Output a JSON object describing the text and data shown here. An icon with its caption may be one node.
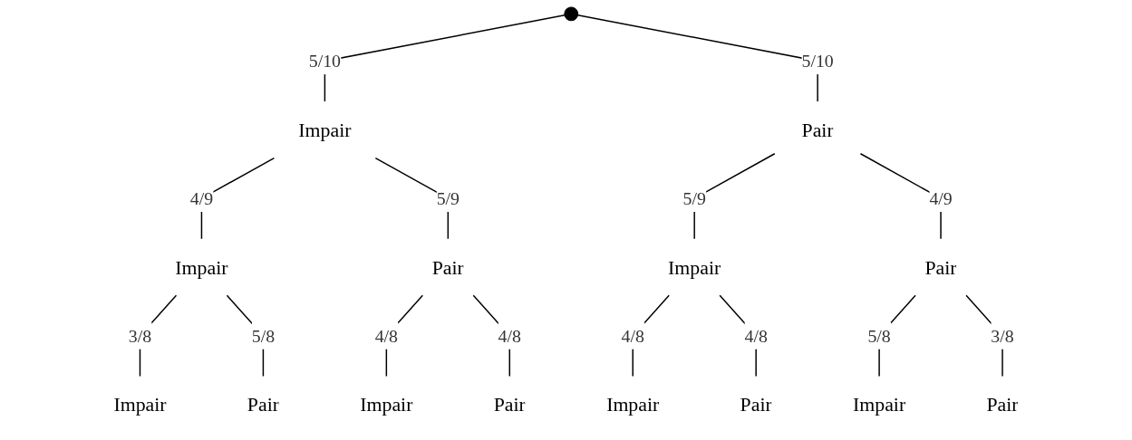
{
  "diagram": {
    "nodes": [
      {
        "text": [],
        "shape": "circle"
      },
      {
        "text": [
          "Impair"
        ]
      },
      {
        "text": [
          "Pair"
        ]
      },
      {
        "text": [
          "Impair"
        ]
      },
      {
        "text": [
          "Pair"
        ]
      },
      {
        "text": [
          "Impair"
        ]
      },
      {
        "text": [
          "Pair"
        ]
      },
      {
        "text": [
          "Impair"
        ]
      },
      {
        "text": [
          "Pair"
        ]
      },
      {
        "text": [
          "Impair"
        ]
      },
      {
        "text": [
          "Pair"
        ]
      },
      {
        "text": [
          "Impair"
        ]
      },
      {
        "text": [
          "Pair"
        ]
      },
      {
        "text": [
          "Impair"
        ]
      },
      {
        "text": [
          "Pair"
        ]
      }
    ],
    "edges": [
      {
        "from": 0,
        "to": 1,
        "arrow": "none",
        "label": "5/10"
      },
      {
        "from": 0,
        "to": 2,
        "arrow": "none",
        "label": "5/10"
      },
      {
        "from": 1,
        "to": 3,
        "arrow": "none",
        "label": "4/9"
      },
      {
        "from": 1,
        "to": 4,
        "arrow": "none",
        "label": "5/9"
      },
      {
        "from": 2,
        "to": 5,
        "arrow": "none",
        "label": "5/9"
      },
      {
        "from": 2,
        "to": 6,
        "arrow": "none",
        "label": "4/9"
      },
      {
        "from": 3,
        "to": 7,
        "arrow": "none",
        "label": "3/8"
      },
      {
        "from": 3,
        "to": 8,
        "arrow": "none",
        "label": "5/8"
      },
      {
        "from": 4,
        "to": 9,
        "arrow": "none",
        "label": "4/8"
      },
      {
        "from": 4,
        "to": 10,
        "arrow": "none",
        "label": "4/8"
      },
      {
        "from": 5,
        "to": 11,
        "arrow": "none",
        "label": "4/8"
      },
      {
        "from": 5,
        "to": 12,
        "arrow": "none",
        "label": "4/8"
      },
      {
        "from": 6,
        "to": 13,
        "arrow": "none",
        "label": "5/8"
      },
      {
        "from": 6,
        "to": 14,
        "arrow": "none",
        "label": "3/8"
      }
    ]
  }
}
